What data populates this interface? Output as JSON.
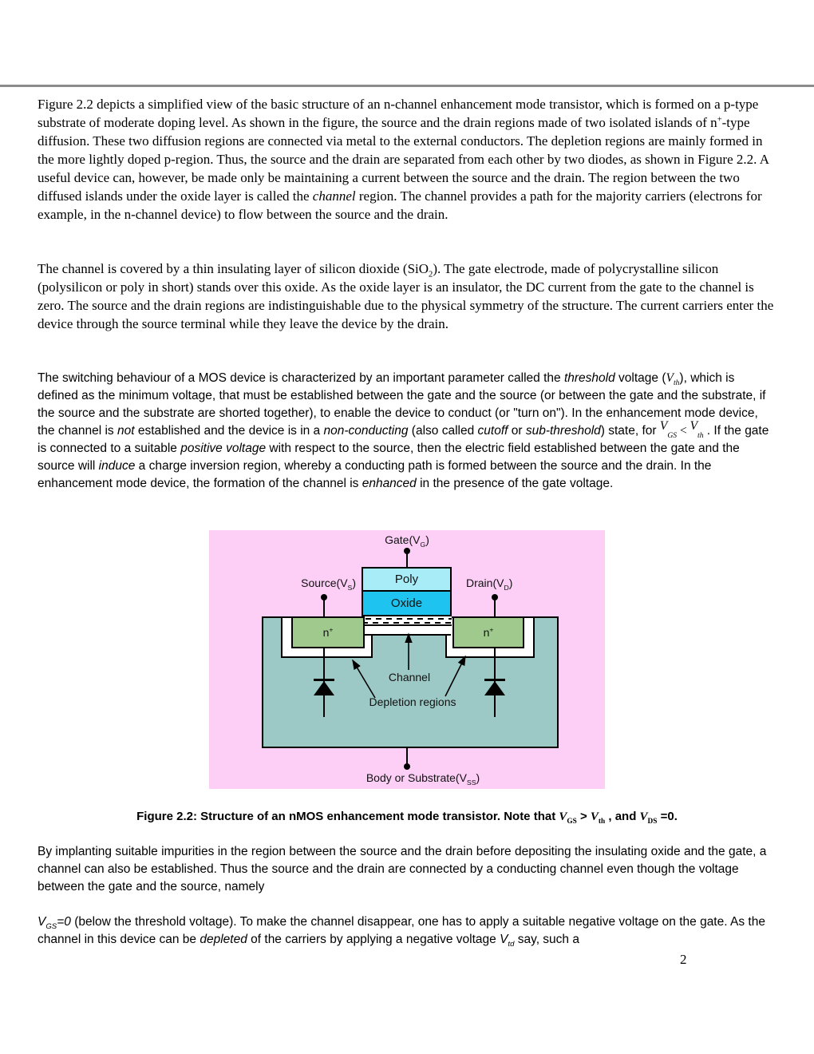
{
  "page": {
    "number": "2"
  },
  "paragraphs": {
    "p1": [
      {
        "t": "Figure 2.2 depicts a simplified view of the basic structure of an n-channel  enhancement mode transistor, which is formed on a p-type substrate of moderate doping level. As shown in the figure, the source and the drain regions made of two isolated islands of n"
      },
      {
        "t": "+",
        "sup": 1
      },
      {
        "t": "-type diffusion. These two diffusion regions are connected via metal to the external conductors. The depletion regions are mainly formed in the more lightly doped p-region. Thus, the source and the drain are separated from each other by two diodes, as shown in Figure 2.2. A useful device can, however, be made only be maintaining a current between the source and the drain.  The region between the two diffused islands under the oxide layer is called the "
      },
      {
        "t": "channel",
        "i": 1
      },
      {
        "t": " region. The channel provides a path for the majority carriers (electrons for example, in the n-channel device) to flow between the source and the drain."
      }
    ],
    "p2": [
      {
        "t": "The channel is covered by a thin insulating layer of silicon dioxide (SiO"
      },
      {
        "t": "2",
        "sub": 1
      },
      {
        "t": "). The gate electrode, made of polycrystalline silicon (polysilicon or poly in short) stands over this oxide. As the oxide layer is an insulator, the DC current from the gate to the channel is zero. The source and the drain regions are indistinguishable due to the physical symmetry of the structure. The current carriers enter the device through the source terminal while they leave the device by the drain."
      }
    ],
    "p3": [
      {
        "t": "The switching behaviour of a MOS device is characterized by an important parameter called the "
      },
      {
        "t": "threshold",
        "i": 1
      },
      {
        "t": " voltage ("
      },
      {
        "t": "V",
        "i": 1,
        "sf": 1
      },
      {
        "t": "th",
        "sub": 1,
        "i": 1,
        "sf": 1
      },
      {
        "t": "), which is defined as the minimum voltage, that must be established between the gate and the source (or between the gate and the substrate, if the source and the substrate are shorted together), to enable the device to conduct (or \"turn on\"). In the enhancement mode device, the channel is "
      },
      {
        "t": "not",
        "i": 1
      },
      {
        "t": " established and the device is in a "
      },
      {
        "t": "non-conducting",
        "i": 1
      },
      {
        "t": " (also called "
      },
      {
        "t": "cutoff",
        "i": 1
      },
      {
        "t": " or "
      },
      {
        "t": "sub-threshold",
        "i": 1
      },
      {
        "t": ") state, for "
      },
      {
        "t": "V",
        "i": 1,
        "sf": 1,
        "r": 1
      },
      {
        "t": "GS",
        "sub": 1,
        "i": 1,
        "sf": 1
      },
      {
        "t": " < ",
        "sf": 1
      },
      {
        "t": "V",
        "i": 1,
        "sf": 1,
        "r": 1
      },
      {
        "t": "th",
        "sub": 1,
        "i": 1,
        "sf": 1
      },
      {
        "t": " . If the gate is connected to a suitable "
      },
      {
        "t": "positive voltage",
        "i": 1
      },
      {
        "t": " with respect to the source, then the electric field established between the gate and the source will "
      },
      {
        "t": "induce",
        "i": 1
      },
      {
        "t": " a charge inversion region, whereby a conducting path is formed between the source and the drain. In the enhancement mode device, the formation of the channel is "
      },
      {
        "t": "enhanced",
        "i": 1
      },
      {
        "t": " in the presence of the gate voltage."
      }
    ],
    "p4": [
      {
        "t": "By implanting suitable impurities in the region between the source and the drain before depositing the insulating oxide and the gate, a channel can also be established. Thus the source and the drain are connected by a conducting channel even though the voltage between the gate and the source, namely"
      }
    ],
    "p5": [
      {
        "t": "V",
        "i": 1
      },
      {
        "t": "GS",
        "sub": 1,
        "i": 1
      },
      {
        "t": "=0",
        "i": 1
      },
      {
        "t": " (below the threshold voltage). To make the channel disappear, one has to apply a suitable negative voltage on the gate. As the channel in this device can be "
      },
      {
        "t": "depleted",
        "i": 1
      },
      {
        "t": " of the carriers by applying a negative voltage "
      },
      {
        "t": "V",
        "i": 1
      },
      {
        "t": "td",
        "sub": 1,
        "i": 1
      },
      {
        "t": " say, such a"
      }
    ]
  },
  "caption": [
    {
      "t": "Figure 2.2: Structure of an nMOS enhancement mode transistor. Note that ",
      "b": 1
    },
    {
      "t": "V",
      "b": 1,
      "i": 1,
      "sf": 1
    },
    {
      "t": "GS",
      "b": 1,
      "sub": 1,
      "sf": 1
    },
    {
      "t": " > ",
      "b": 1
    },
    {
      "t": "V",
      "b": 1,
      "i": 1,
      "sf": 1
    },
    {
      "t": "th",
      "b": 1,
      "sub": 1,
      "sf": 1
    },
    {
      "t": " , and ",
      "b": 1
    },
    {
      "t": "V",
      "b": 1,
      "i": 1,
      "sf": 1
    },
    {
      "t": "DS",
      "b": 1,
      "sub": 1,
      "sf": 1
    },
    {
      "t": " =0.",
      "b": 1
    }
  ],
  "figure": {
    "labels": {
      "gate": [
        {
          "t": "Gate(V"
        },
        {
          "t": "G",
          "sub": 1
        },
        {
          "t": ")"
        }
      ],
      "source": [
        {
          "t": "Source(V"
        },
        {
          "t": "S",
          "sub": 1
        },
        {
          "t": ")"
        }
      ],
      "drain": [
        {
          "t": "Drain(V"
        },
        {
          "t": "D",
          "sub": 1
        },
        {
          "t": ")"
        }
      ],
      "poly": "Poly",
      "oxide": "Oxide",
      "n_plus_left": [
        {
          "t": "n"
        },
        {
          "t": "+",
          "sup": 1
        }
      ],
      "n_plus_right": [
        {
          "t": "n"
        },
        {
          "t": "+",
          "sup": 1
        }
      ],
      "channel": "Channel",
      "depletion": "Depletion regions",
      "body": [
        {
          "t": "Body or Substrate(V"
        },
        {
          "t": "SS",
          "sub": 1
        },
        {
          "t": ")"
        }
      ]
    },
    "colors": {
      "background": "#fdcff7",
      "poly": "#a8ecf8",
      "oxide": "#1fc3f0",
      "n_plus": "#9fc98d",
      "substrate": "#9cc9c6"
    }
  }
}
